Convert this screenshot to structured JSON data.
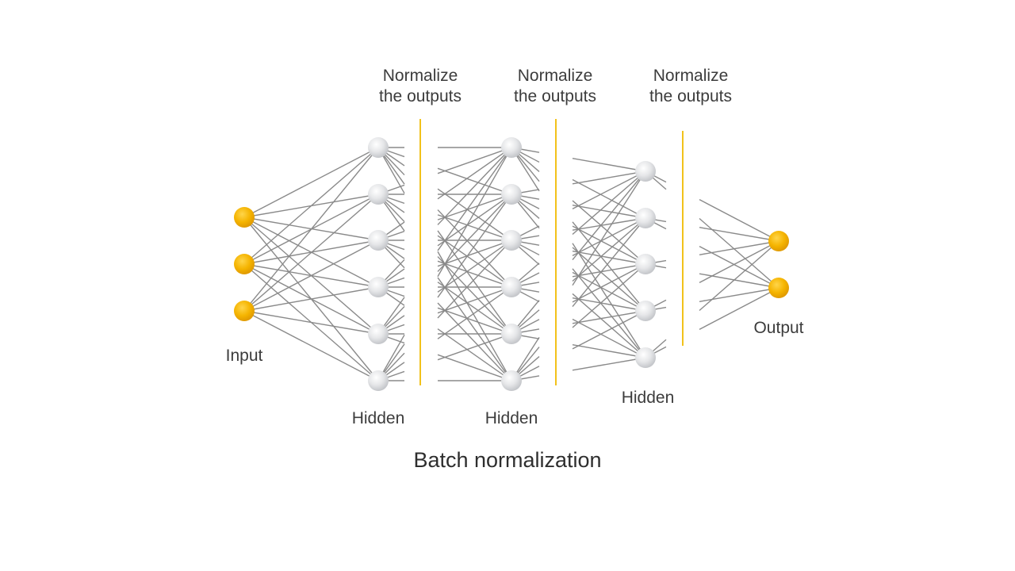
{
  "labels": {
    "input": "Input",
    "hidden_1": "Hidden",
    "hidden_2": "Hidden",
    "hidden_3": "Hidden",
    "output": "Output",
    "normalize": [
      {
        "line1": "Normalize",
        "line2": "the outputs"
      },
      {
        "line1": "Normalize",
        "line2": "the outputs"
      },
      {
        "line1": "Normalize",
        "line2": "the outputs"
      }
    ]
  },
  "title": "Batch normalization",
  "layers": [
    {
      "name": "input",
      "nodes": 3
    },
    {
      "name": "hidden-1",
      "nodes": 6
    },
    {
      "name": "hidden-2",
      "nodes": 6
    },
    {
      "name": "hidden-3",
      "nodes": 5
    },
    {
      "name": "output",
      "nodes": 2
    }
  ],
  "colors": {
    "io_node": "#F5B400",
    "hidden_node": "#E2E3E5",
    "edge": "#8a8a8a",
    "norm_line": "#F2C21B",
    "text": "#3c3c3c"
  }
}
